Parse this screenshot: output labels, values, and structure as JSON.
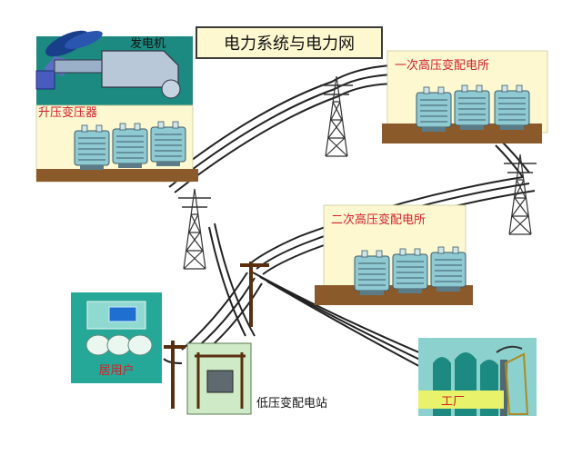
{
  "title": "电力系统与电力网",
  "nodes": {
    "generator": "发电机",
    "step_up_transformer": "升压变压器",
    "primary_substation": "一次高压变配电所",
    "secondary_substation": "二次高压变配电所",
    "residential": "居用户",
    "low_voltage_substation": "低压变配电站",
    "factory": "工厂"
  },
  "colors": {
    "panel_fill": "#fdf8d0",
    "ground": "#8a5a2a",
    "generator_bg": "#1c8a80",
    "residential_bg": "#26a899",
    "factory_bg": "#8cd1cd",
    "transformer": "#8fc9d2",
    "label_red": "#d1202a",
    "title_border": "#3a3a3a"
  }
}
